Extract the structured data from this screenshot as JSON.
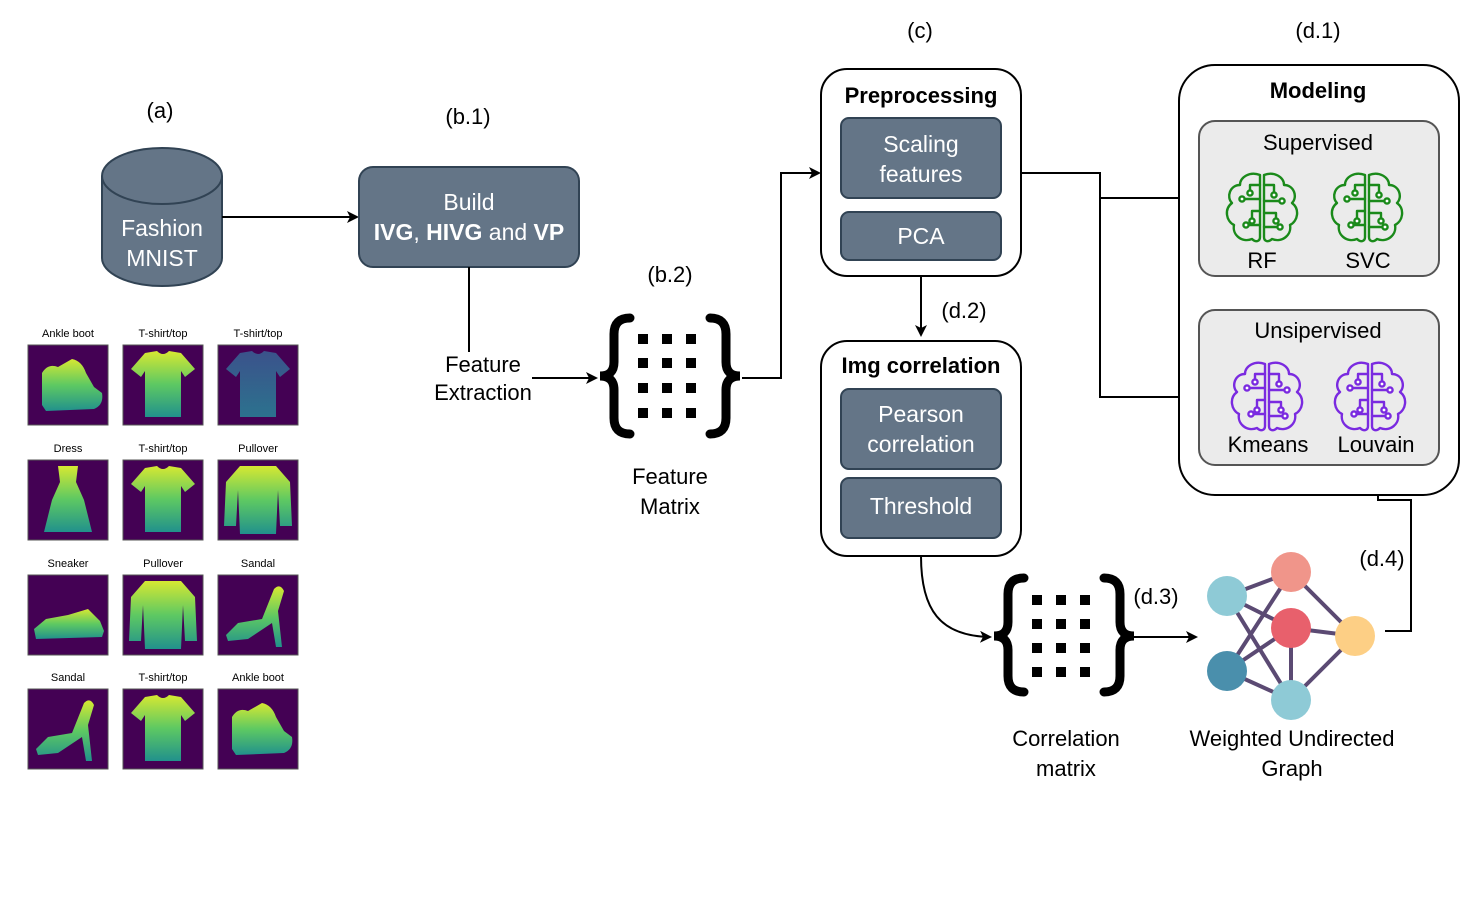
{
  "labels": {
    "a": "(a)",
    "b1": "(b.1)",
    "b2": "(b.2)",
    "c": "(c)",
    "d1": "(d.1)",
    "d2": "(d.2)",
    "d3": "(d.3)",
    "d4": "(d.4)"
  },
  "database": {
    "line1": "Fashion",
    "line2": "MNIST"
  },
  "build_box": {
    "line1": "Build",
    "ivg": "IVG",
    "comma": ", ",
    "hivg": "HIVG",
    "and": " and ",
    "vp": "VP"
  },
  "feature_extraction": {
    "line1": "Feature",
    "line2": "Extraction"
  },
  "feature_matrix": {
    "line1": "Feature",
    "line2": "Matrix"
  },
  "preprocessing": {
    "title": "Preprocessing",
    "scaling_line1": "Scaling",
    "scaling_line2": "features",
    "pca": "PCA"
  },
  "img_correlation": {
    "title": "Img correlation",
    "pearson_line1": "Pearson",
    "pearson_line2": "correlation",
    "threshold": "Threshold"
  },
  "correlation_matrix": {
    "line1": "Correlation",
    "line2": "matrix"
  },
  "graph": {
    "line1": "Weighted Undirected",
    "line2": "Graph"
  },
  "modeling": {
    "title": "Modeling",
    "supervised": {
      "title": "Supervised",
      "models": [
        "RF",
        "SVC"
      ],
      "color": "#1a8a1a"
    },
    "unsupervised": {
      "title": "Unsipervised",
      "models": [
        "Kmeans",
        "Louvain"
      ],
      "color": "#7a2ae0"
    }
  },
  "samples": [
    [
      "Ankle boot",
      "T-shirt/top",
      "T-shirt/top"
    ],
    [
      "Dress",
      "T-shirt/top",
      "Pullover"
    ],
    [
      "Sneaker",
      "Pullover",
      "Sandal"
    ],
    [
      "Sandal",
      "T-shirt/top",
      "Ankle boot"
    ]
  ],
  "colors": {
    "box_fill": "#647587",
    "sample_bg": "#440154",
    "node_light_blue": "#8ecad6",
    "node_salmon": "#f0958a",
    "node_red": "#e8606c",
    "node_orange": "#fdcf85",
    "node_dark_blue": "#4a8fac",
    "edge_purple": "#5b4a73"
  }
}
